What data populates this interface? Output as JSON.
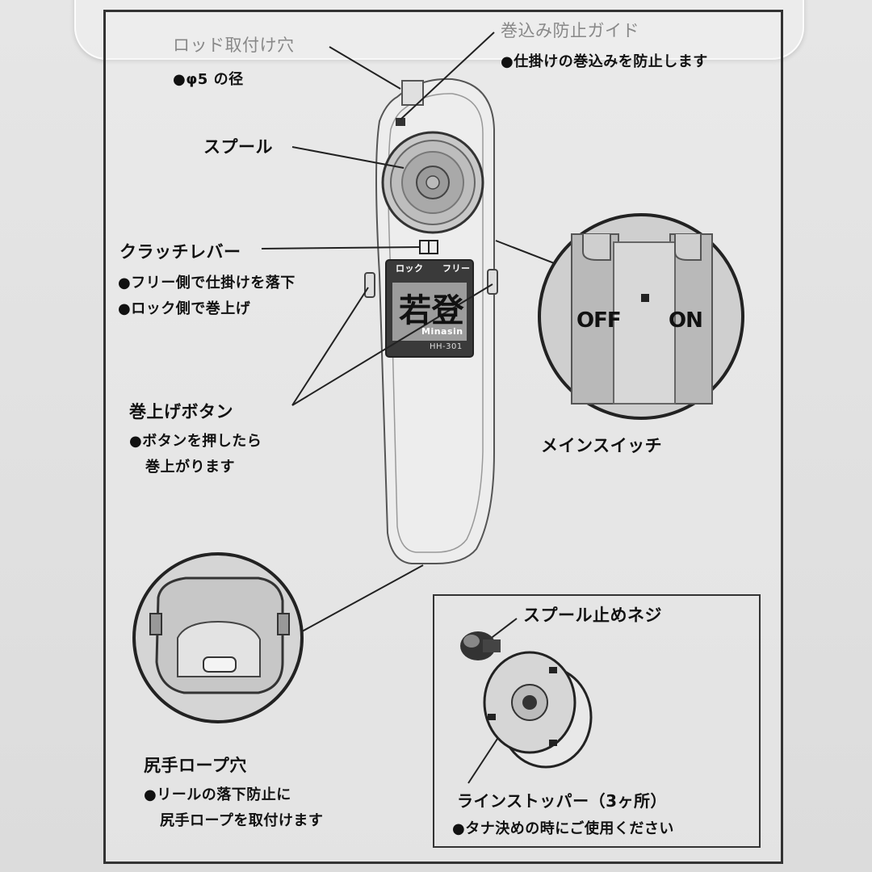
{
  "labels": {
    "rod_hole": "ロッド取付け穴",
    "rod_hole_note": "●φ5 の径",
    "guide": "巻込み防止ガイド",
    "guide_note": "●仕掛けの巻込みを防止します",
    "spool": "スプール",
    "clutch": "クラッチレバー",
    "clutch_note_1": "●フリー側で仕掛けを落下",
    "clutch_note_2": "●ロック側で巻上げ",
    "wind_button": "巻上げボタン",
    "wind_note_1": "●ボタンを押したら",
    "wind_note_2": "巻上がります",
    "main_switch": "メインスイッチ",
    "switch_off": "OFF",
    "switch_on": "ON",
    "rope_hole": "尻手ロープ穴",
    "rope_note_1": "●リールの落下防止に",
    "rope_note_2": "尻手ロープを取付けます",
    "spool_screw": "スプール止めネジ",
    "line_stopper": "ラインストッパー（3ヶ所）",
    "line_stopper_note": "●タナ決めの時にご使用ください"
  },
  "device": {
    "lever_lock": "ロック",
    "lever_free": "フリー",
    "brand_kanji": "若登",
    "brand_sub": "Minasin",
    "model": "HH-301"
  }
}
